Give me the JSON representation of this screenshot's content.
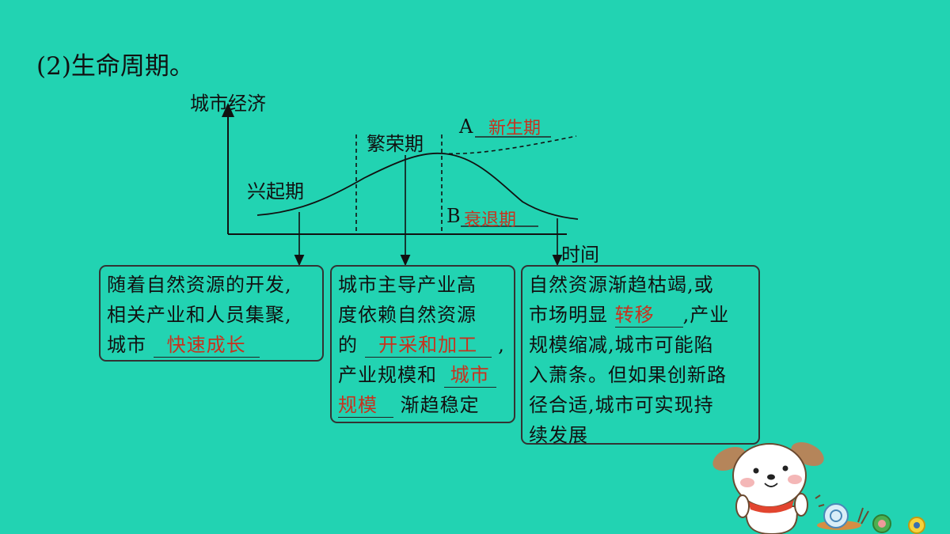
{
  "heading": "(2)生命周期。",
  "axes": {
    "y_label": "城市经济",
    "x_label": "时间"
  },
  "stages": {
    "rise": "兴起期",
    "prosper": "繁荣期"
  },
  "curve_a": {
    "letter": "A",
    "answer": "新生期"
  },
  "curve_b": {
    "letter": "B",
    "answer": "衰退期"
  },
  "box1": {
    "line1": "随着自然资源的开发,",
    "line2": "相关产业和人员集聚,",
    "line3_prefix": "城市",
    "answer": "快速成长"
  },
  "box2": {
    "line1": "城市主导产业高",
    "line2": "度依赖自然资源",
    "line3_prefix": "的",
    "answer1": "开采和加工",
    "line3_suffix": ",",
    "line4_prefix": "产业规模和",
    "answer2_part1": "城市",
    "answer2_part2": "规模",
    "line5_suffix": "渐趋稳定"
  },
  "box3": {
    "line1": "自然资源渐趋枯竭,或",
    "line2_prefix": "市场明显",
    "answer": "转移",
    "line2_suffix": ",产业",
    "line3": "规模缩减,城市可能陷",
    "line4": "入萧条。但如果创新路",
    "line5": "径合适,城市可实现持",
    "line6": "续发展"
  }
}
